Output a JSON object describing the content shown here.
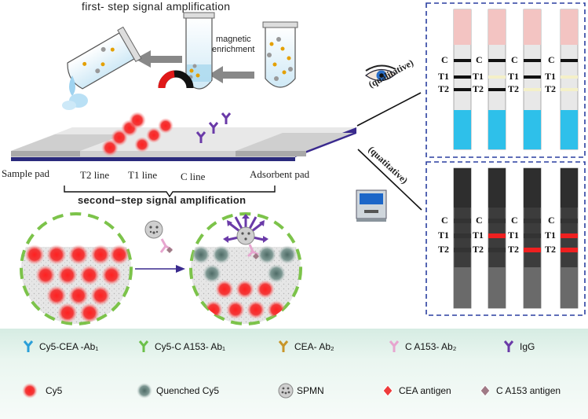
{
  "title": "first- step signal amplification",
  "magnetic_enrichment": [
    "magnetic",
    "enrichment"
  ],
  "strip_labels": {
    "sample_pad": "Sample pad",
    "t2_line": "T2 line",
    "t1_line": "T1 line",
    "c_line": "C line",
    "adsorbent_pad": "Adsorbent pad"
  },
  "second_step": "second−step signal amplification",
  "modes": {
    "upper": "(qualitative)",
    "lower": "(quatitative)"
  },
  "line_labels": {
    "c": "C",
    "t1": "T1",
    "t2": "T2"
  },
  "panels": {
    "qualitative": [
      {
        "c": true,
        "t1": true,
        "t2": true
      },
      {
        "c": true,
        "t1": false,
        "t2": true
      },
      {
        "c": true,
        "t1": true,
        "t2": false
      },
      {
        "c": true,
        "t1": false,
        "t2": false
      }
    ],
    "quantitative": [
      {
        "c": false,
        "t1": false,
        "t2": false
      },
      {
        "c": false,
        "t1": true,
        "t2": false
      },
      {
        "c": false,
        "t1": false,
        "t2": true
      },
      {
        "c": false,
        "t1": true,
        "t2": true
      }
    ]
  },
  "legend": {
    "row1": [
      {
        "label": "Cy5-CEA -Ab₁",
        "color": "#2a9fd8"
      },
      {
        "label": "Cy5-C A153- Ab₁",
        "color": "#6cc04a"
      },
      {
        "label": "CEA- Ab₂",
        "color": "#c8962a"
      },
      {
        "label": "C A153- Ab₂",
        "color": "#e7a6cf"
      },
      {
        "label": "IgG",
        "color": "#6a3aa8"
      }
    ],
    "row2": [
      {
        "label": "Cy5",
        "color": "#ee2a2a"
      },
      {
        "label": "Quenched Cy5",
        "color": "#6c8a84"
      },
      {
        "label": "SPMN",
        "color": "#cfcfcf"
      },
      {
        "label": "CEA  antigen",
        "color": "#ee3b3b"
      },
      {
        "label": "C A153 antigen",
        "color": "#a07a86"
      }
    ]
  },
  "colors": {
    "blue": "#2a3fa0",
    "strip_pink": "#f3c4c2",
    "strip_cyan": "#2ec0ea",
    "dash_border": "#2a3fa0"
  }
}
